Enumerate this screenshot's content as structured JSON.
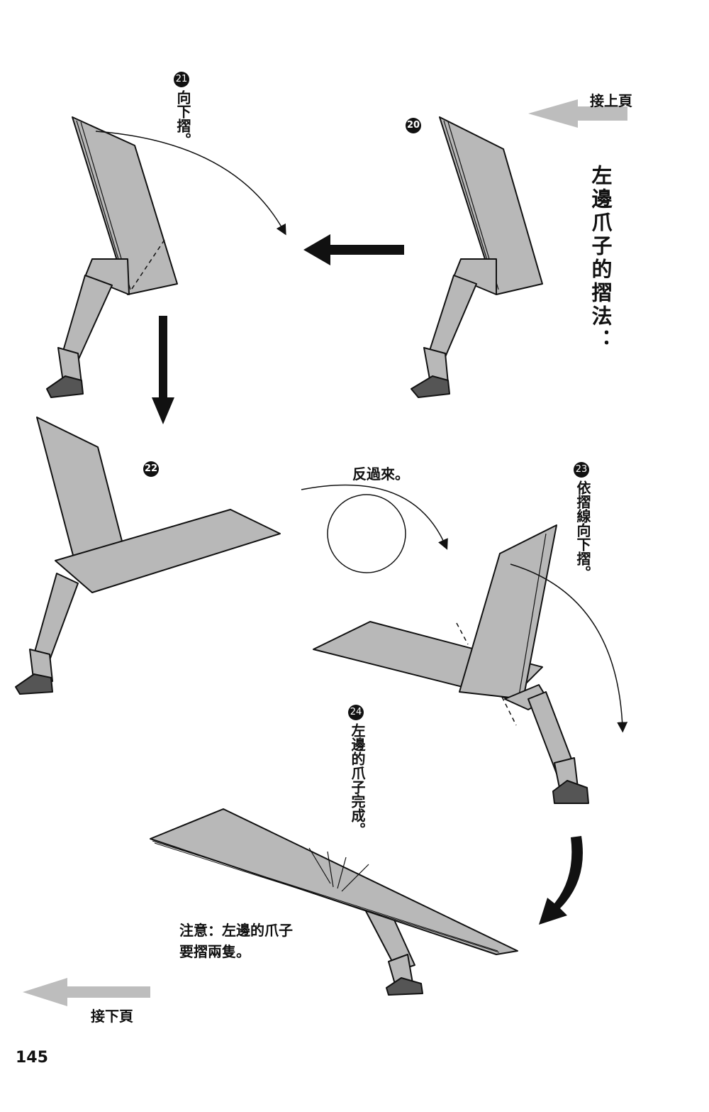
{
  "nav": {
    "prev_page": "接上頁",
    "next_page": "接下頁"
  },
  "section_title": "左邊爪子的摺法：",
  "steps": {
    "s20": {
      "num": "20"
    },
    "s21": {
      "num": "21",
      "text": "向下摺。"
    },
    "s22": {
      "num": "22"
    },
    "s23": {
      "num": "23",
      "text": "依摺線向下摺。"
    },
    "s24": {
      "num": "24",
      "text": "左邊的爪子完成。"
    }
  },
  "turn_over": "反過來。",
  "note": {
    "line1": "注意：左邊的爪子",
    "line2": "要摺兩隻。"
  },
  "page_number": "145",
  "colors": {
    "paper_fill": "#b8b8b8",
    "outline": "#111111",
    "nav_arrow": "#bdbdbd"
  }
}
